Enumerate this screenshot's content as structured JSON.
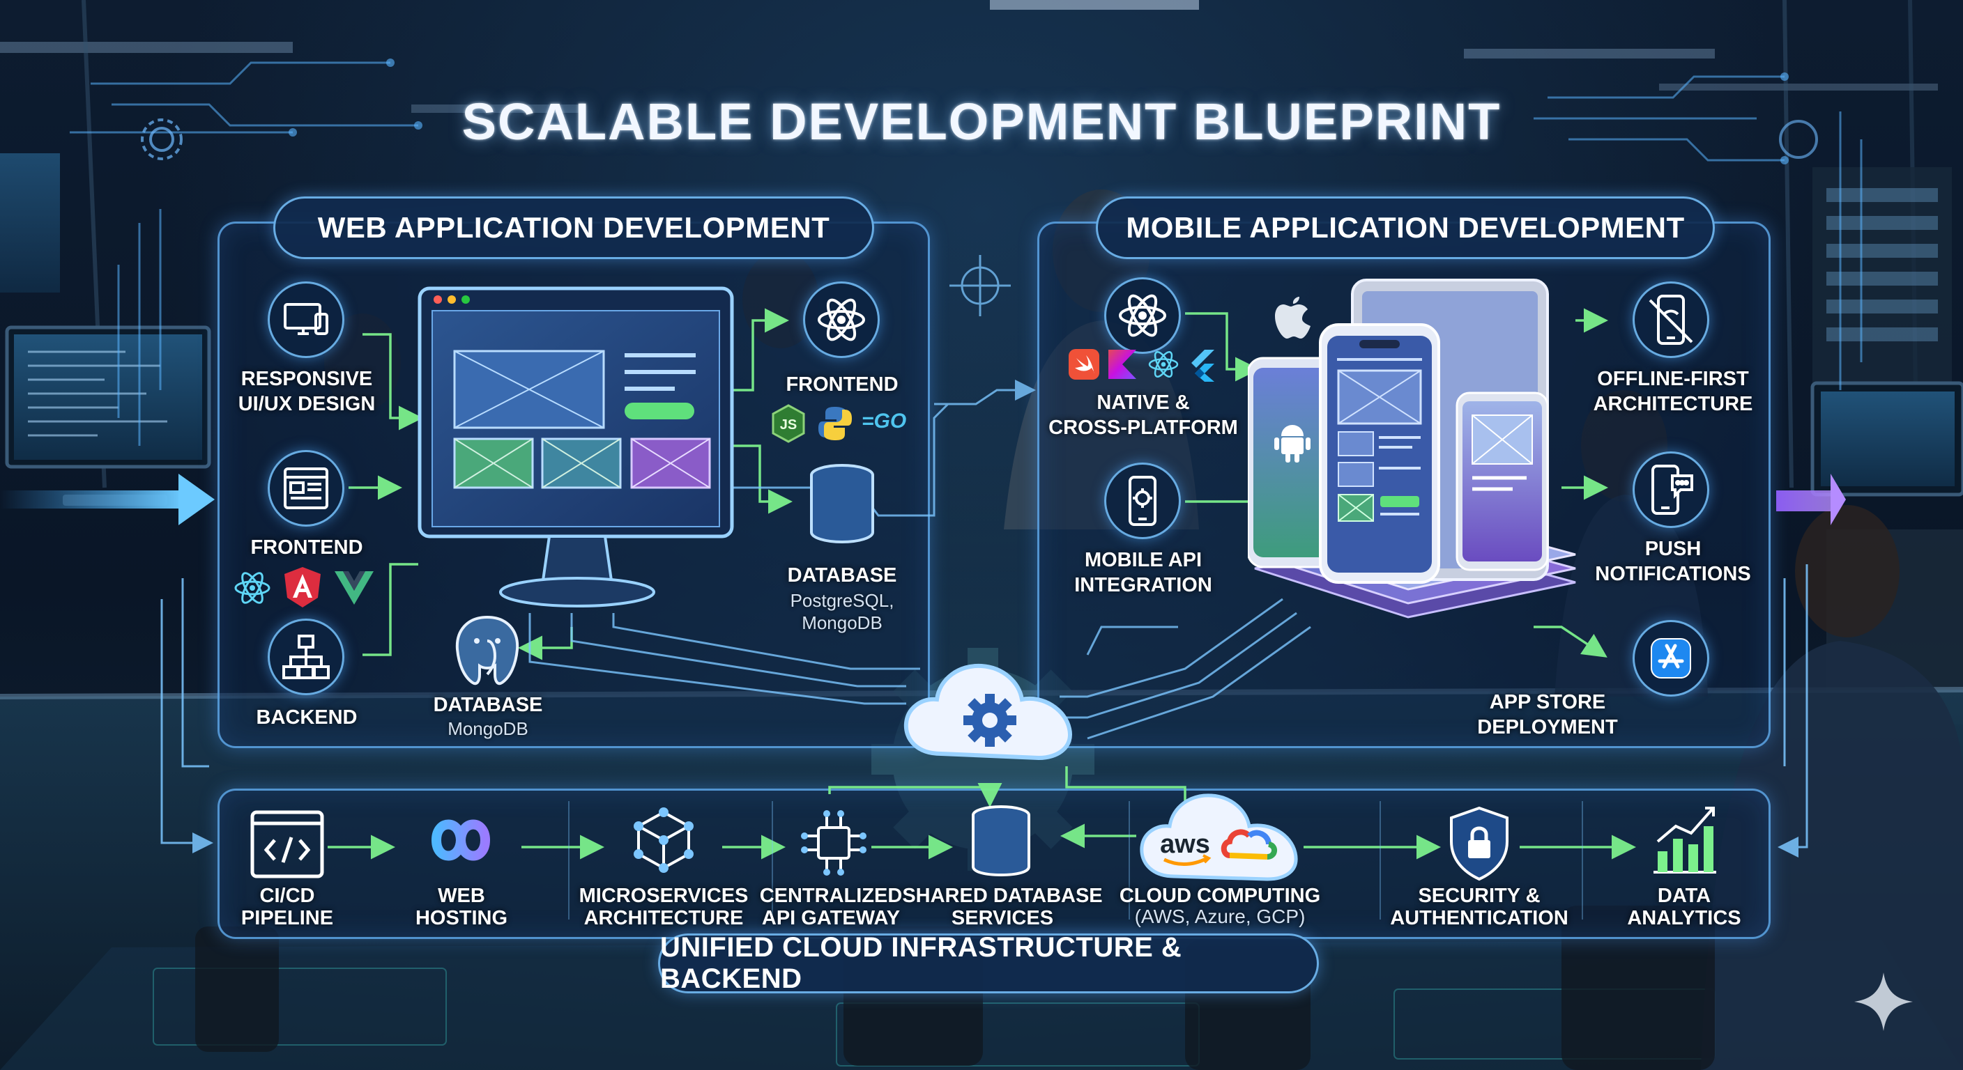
{
  "title": "SCALABLE DEVELOPMENT BLUEPRINT",
  "web": {
    "header": "WEB APPLICATION DEVELOPMENT",
    "responsive": {
      "label_1": "RESPONSIVE",
      "label_2": "UI/UX DESIGN",
      "icon": "devices-icon"
    },
    "frontend_left": {
      "label": "FRONTEND",
      "icon": "layout-icon",
      "techs": [
        "react-icon",
        "angular-icon",
        "vue-icon"
      ]
    },
    "backend": {
      "label": "BACKEND",
      "icon": "hierarchy-icon"
    },
    "database_left": {
      "label": "DATABASE",
      "sub": "MongoDB",
      "icon": "postgres-elephant-icon"
    },
    "frontend_right": {
      "label": "FRONTEND",
      "icon": "react-icon",
      "techs": [
        "js-icon",
        "python-icon"
      ],
      "go_text": "=GO"
    },
    "database_right": {
      "label": "DATABASE",
      "sub_1": "PostgreSQL,",
      "sub_2": "MongoDB",
      "icon": "database-icon"
    },
    "monitor_icon": "monitor-wireframe-icon"
  },
  "mobile": {
    "header": "MOBILE APPLICATION DEVELOPMENT",
    "native": {
      "label_1": "NATIVE &",
      "label_2": "CROSS-PLATFORM",
      "icon": "react-icon",
      "techs": [
        "swift-icon",
        "kotlin-icon",
        "react-icon",
        "flutter-icon"
      ]
    },
    "api": {
      "label_1": "MOBILE API",
      "label_2": "INTEGRATION",
      "icon": "phone-gear-icon"
    },
    "offline": {
      "label_1": "OFFLINE-FIRST",
      "label_2": "ARCHITECTURE",
      "icon": "phone-offline-icon"
    },
    "push": {
      "label_1": "PUSH",
      "label_2": "NOTIFICATIONS",
      "icon": "phone-chat-icon"
    },
    "appstore": {
      "label_1": "APP STORE",
      "label_2": "DEPLOYMENT",
      "icon": "app-store-icon"
    },
    "devices_icon": "mobile-devices-icon",
    "apple_icon": "apple-icon",
    "android_icon": "android-icon"
  },
  "infra": {
    "header": "UNIFIED CLOUD INFRASTRUCTURE & BACKEND",
    "items": [
      {
        "l1": "CI/CD",
        "l2": "PIPELINE",
        "icon": "code-window-icon"
      },
      {
        "l1": "WEB",
        "l2": "HOSTING",
        "icon": "infinity-icon"
      },
      {
        "l1": "MICROSERVICES",
        "l2": "ARCHITECTURE",
        "icon": "cube-network-icon"
      },
      {
        "l1": "CENTRALIZED",
        "l2": "API GATEWAY",
        "icon": "chip-icon"
      },
      {
        "l1": "SHARED DATABASE",
        "l2": "SERVICES",
        "icon": "database-icon"
      },
      {
        "l1": "CLOUD COMPUTING",
        "l2": "(AWS, Azure, GCP)",
        "icon": "cloud-aws-gcp-icon",
        "aws_text": "aws"
      },
      {
        "l1": "SECURITY &",
        "l2": "AUTHENTICATION",
        "icon": "shield-lock-icon"
      },
      {
        "l1": "DATA",
        "l2": "ANALYTICS",
        "icon": "chart-icon"
      }
    ],
    "hub_icon": "cloud-gear-icon"
  },
  "colors": {
    "accent_blue": "#68b8ff",
    "accent_green": "#6cf07c",
    "panel_bg": "#0e2444",
    "purple": "#8a5cf0"
  },
  "watermark_icon": "sparkle-icon"
}
